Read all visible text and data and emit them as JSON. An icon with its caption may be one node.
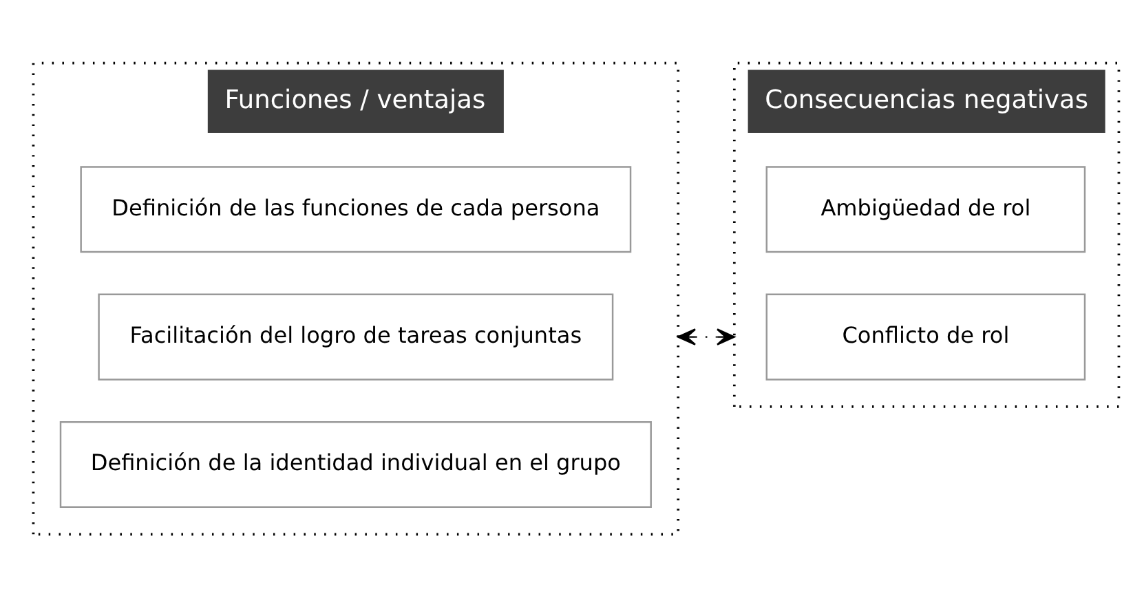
{
  "diagram": {
    "nodes": [
      {
        "text": [
          "Funciones / ventajas"
        ]
      },
      {
        "text": [
          "Definición de las funciones de cada persona"
        ],
        "in": 0
      },
      {
        "text": [
          "Facilitación del logro de tareas conjuntas"
        ],
        "in": 0
      },
      {
        "text": [
          "Definición de la identidad individual en el grupo"
        ],
        "in": 0
      },
      {
        "text": [
          "Consecuencias negativas"
        ]
      },
      {
        "text": [
          "Ambigüedad de rol"
        ],
        "in": 4
      },
      {
        "text": [
          "Conflicto de rol"
        ],
        "in": 4
      }
    ],
    "edges": [
      {
        "from": 0,
        "to": 4,
        "arrow": "both",
        "style": "dashed"
      }
    ]
  }
}
